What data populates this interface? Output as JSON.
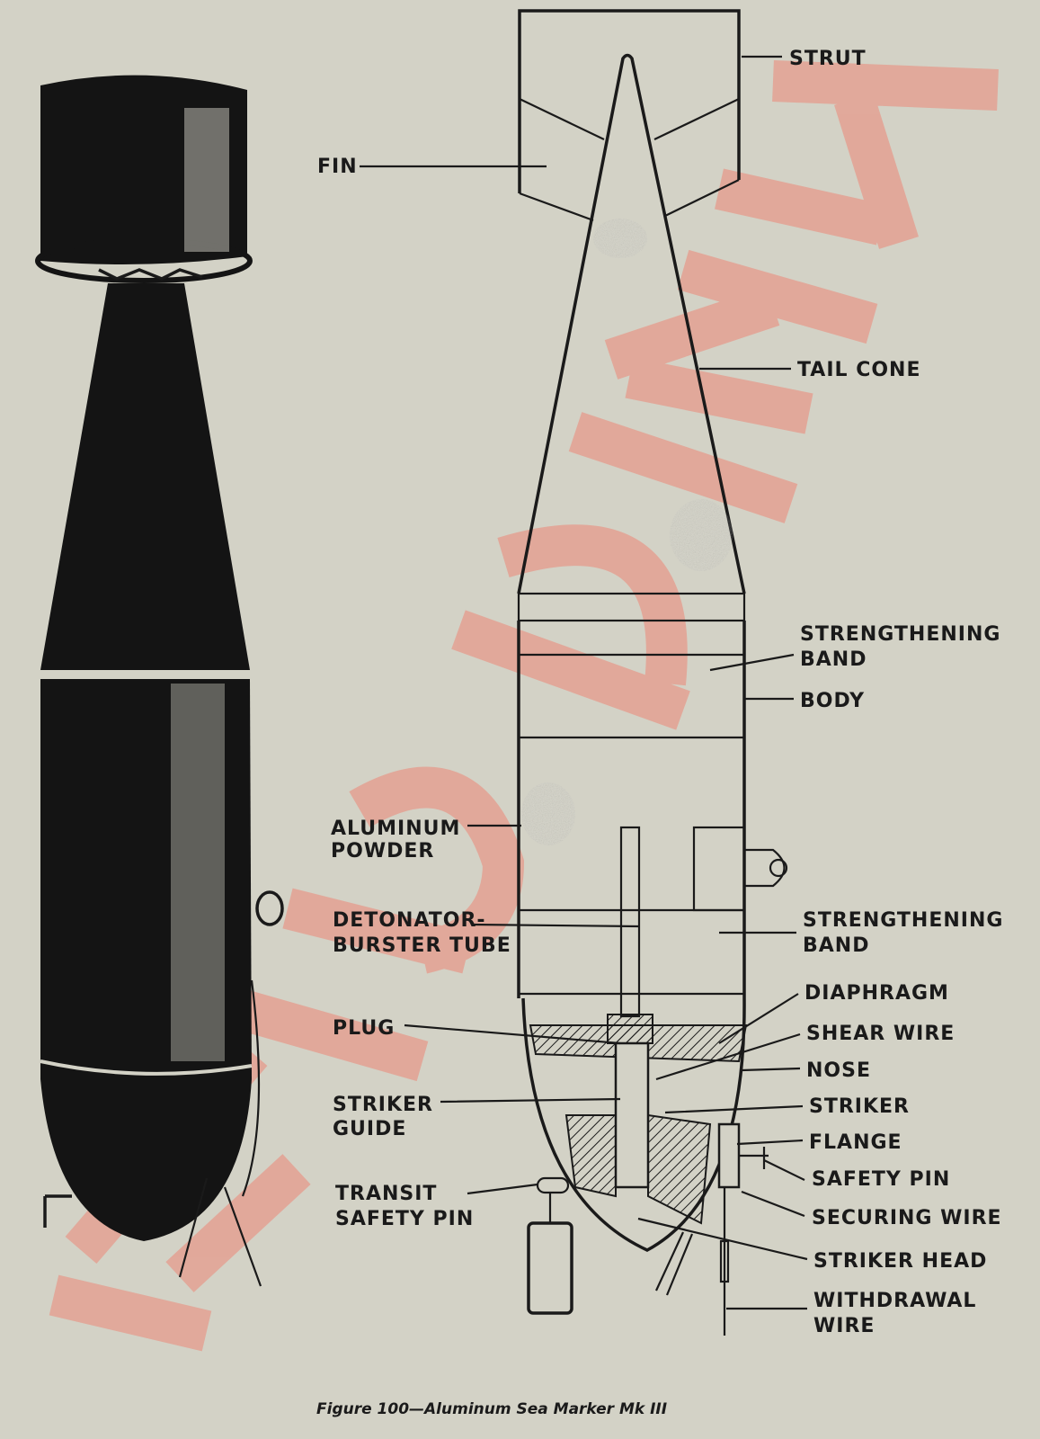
{
  "figure": {
    "caption": "Figure 100—Aluminum Sea Marker Mk III",
    "watermark": "NAVY DATA",
    "watermark_color": "#f08070"
  },
  "labels": {
    "strut": "STRUT",
    "fin": "FIN",
    "tail_cone": "TAIL CONE",
    "strengthening_band_1": [
      "STRENGTHENING",
      "BAND"
    ],
    "body": "BODY",
    "aluminum_powder": [
      "ALUMINUM",
      "POWDER"
    ],
    "detonator_burster_tube": [
      "DETONATOR-",
      "BURSTER TUBE"
    ],
    "strengthening_band_2": [
      "STRENGTHENING",
      "BAND"
    ],
    "diaphragm": "DIAPHRAGM",
    "plug": "PLUG",
    "shear_wire": "SHEAR WIRE",
    "nose": "NOSE",
    "striker_guide": [
      "STRIKER",
      "GUIDE"
    ],
    "striker": "STRIKER",
    "flange": "FLANGE",
    "safety_pin": "SAFETY PIN",
    "transit_safety_pin": [
      "TRANSIT",
      "SAFETY PIN"
    ],
    "securing_wire": "SECURING WIRE",
    "striker_head": "STRIKER HEAD",
    "withdrawal_wire": [
      "WITHDRAWAL",
      "WIRE"
    ]
  }
}
